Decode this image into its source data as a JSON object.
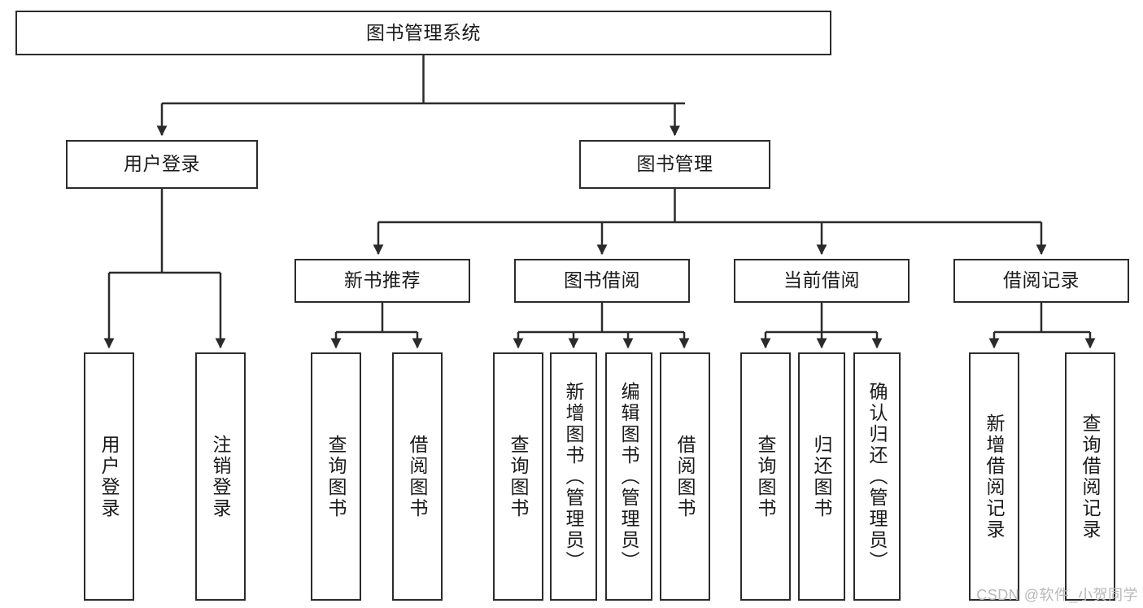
{
  "diagram": {
    "title": "图书管理系统",
    "watermark": "CSDN @软件_小贺同学",
    "stroke_color": "#2b2b2b",
    "fill_color": "#ffffff",
    "text_color": "#1a1a1a",
    "watermark_color": "#b8b8b8",
    "type": "tree-hierarchy-diagram",
    "root": {
      "label": "图书管理系统"
    },
    "level2": [
      {
        "label": "用户登录"
      },
      {
        "label": "图书管理"
      }
    ],
    "level3": [
      {
        "label": "新书推荐"
      },
      {
        "label": "图书借阅"
      },
      {
        "label": "当前借阅"
      },
      {
        "label": "借阅记录"
      }
    ],
    "leaves": {
      "user_login": [
        {
          "label": "用户登录"
        },
        {
          "label": "注销登录"
        }
      ],
      "new_book": [
        {
          "label": "查询图书"
        },
        {
          "label": "借阅图书"
        }
      ],
      "book_borrow": [
        {
          "label": "查询图书"
        },
        {
          "label": "新增图书（管理员）"
        },
        {
          "label": "编辑图书（管理员）"
        },
        {
          "label": "借阅图书"
        }
      ],
      "current_borrow": [
        {
          "label": "查询图书"
        },
        {
          "label": "归还图书"
        },
        {
          "label": "确认归还（管理员）"
        }
      ],
      "borrow_record": [
        {
          "label": "新增借阅记录"
        },
        {
          "label": "查询借阅记录"
        }
      ]
    }
  }
}
